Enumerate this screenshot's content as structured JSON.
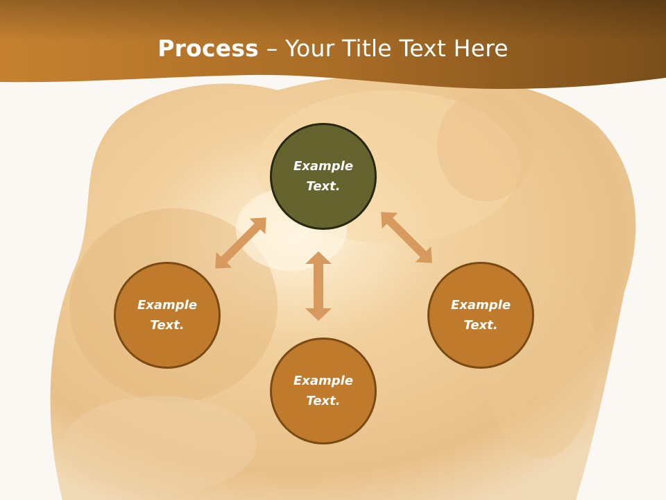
{
  "title": {
    "bold": "Process",
    "rest": " – Your Title Text Here"
  },
  "nodes": {
    "top": "Example\nText.",
    "left": "Example\nText.",
    "right": "Example\nText.",
    "bottom": "Example\nText."
  },
  "colors": {
    "header": "#b8772a",
    "node_top": "#66642e",
    "node_orange": "#bf7a2b",
    "arrow": "#d69a5e"
  }
}
